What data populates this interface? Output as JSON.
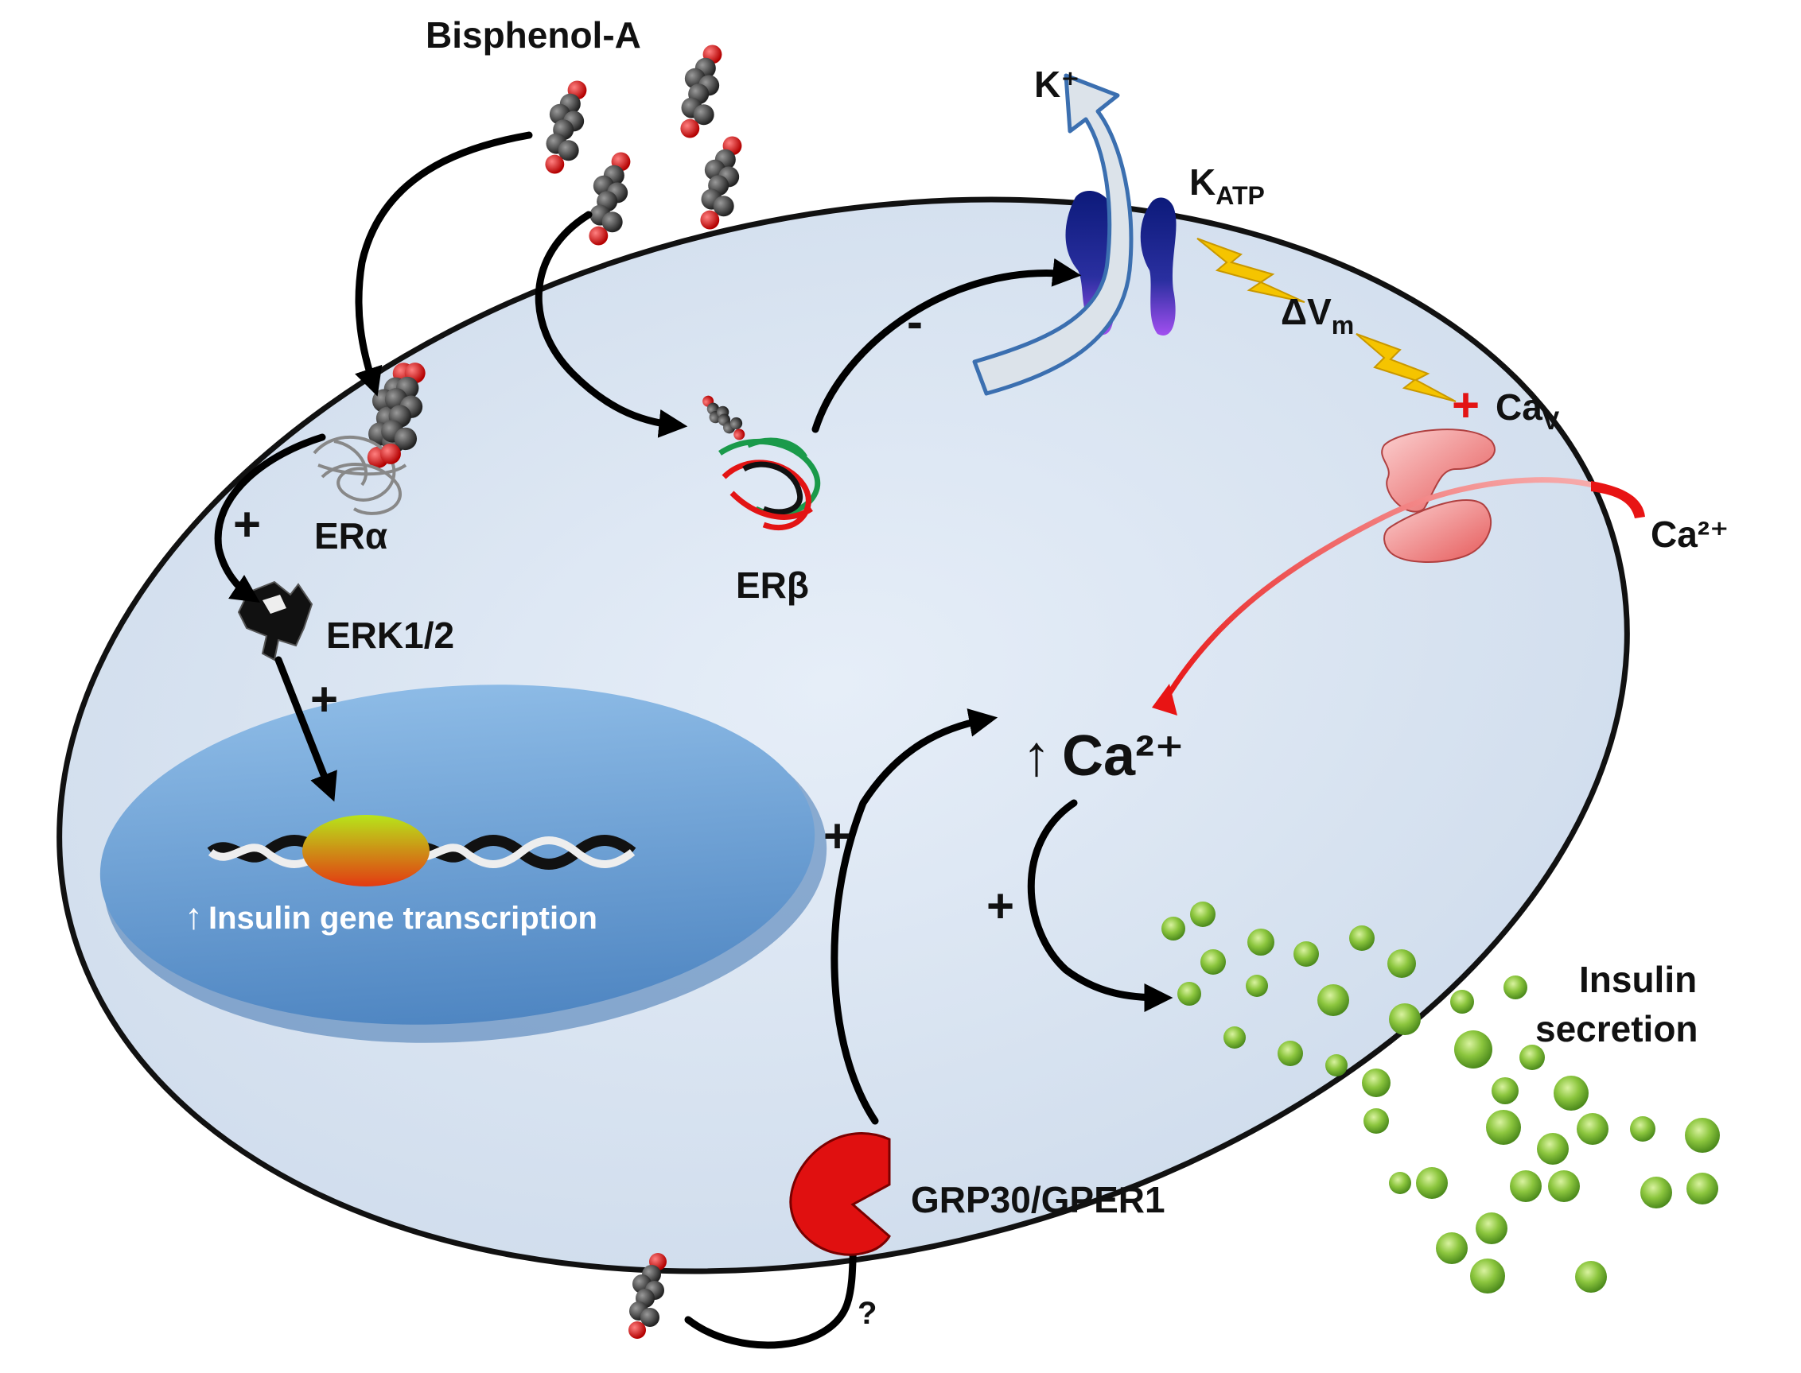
{
  "labels": {
    "bisphenol": "Bisphenol-A",
    "k_plus": "K⁺",
    "katp_main": "K",
    "katp_sub": "ATP",
    "delta_vm_main": "ΔV",
    "delta_vm_sub": "m",
    "cav_main": "Ca",
    "cav_sub": "V",
    "ca_ext": "Ca²⁺",
    "er_alpha": "ERα",
    "er_beta": "ERβ",
    "erk": "ERK1/2",
    "ca_intra": "Ca²⁺",
    "insulin_gene": "Insulin gene transcription",
    "insulin_secretion_1": "Insulin",
    "insulin_secretion_2": "secretion",
    "gpr30": "GRP30/GPER1",
    "question": "?"
  },
  "signs": {
    "minus": "-",
    "plus_red": "+",
    "plus_er_alpha": "+",
    "plus_erk": "+",
    "plus_gpr": "+",
    "plus_ca": "+"
  },
  "colors": {
    "cell_fill": "#dde8f4",
    "nucleus_fill": "#6fa3d6",
    "bpa_carbon": "#3a3a3a",
    "bpa_oxygen": "#e01010",
    "katp_channel": "#1a2a8a",
    "cav_channel": "#f07a7a",
    "ca_arrow": "#e81414",
    "granule": "#8cc63e",
    "receptor": "#e01010",
    "bolt": "#f5c400"
  },
  "icons": {
    "bpa": "bisphenol-a-molecule-icon",
    "katp": "katp-channel-icon",
    "cav": "calcium-channel-icon",
    "erk": "erk-kinase-icon",
    "gpr": "gpr30-receptor-icon",
    "bolt": "lightning-bolt-icon",
    "granule": "insulin-granule-icon"
  }
}
